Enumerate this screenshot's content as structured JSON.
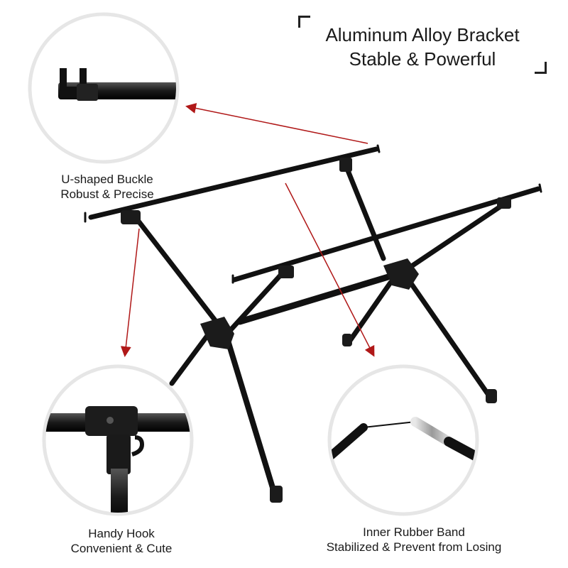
{
  "headline": {
    "line1": "Aluminum Alloy Bracket",
    "line2": "Stable & Powerful"
  },
  "callouts": [
    {
      "title": "U-shaped Buckle",
      "subtitle": "Robust & Precise"
    },
    {
      "title": "Handy Hook",
      "subtitle": "Convenient & Cute"
    },
    {
      "title": "Inner Rubber Band",
      "subtitle": "Stabilized & Prevent from Losing"
    }
  ],
  "colors": {
    "frame": "#111111",
    "arrow": "#b01818",
    "circle_border": "#e6e6e6",
    "background": "#ffffff"
  }
}
